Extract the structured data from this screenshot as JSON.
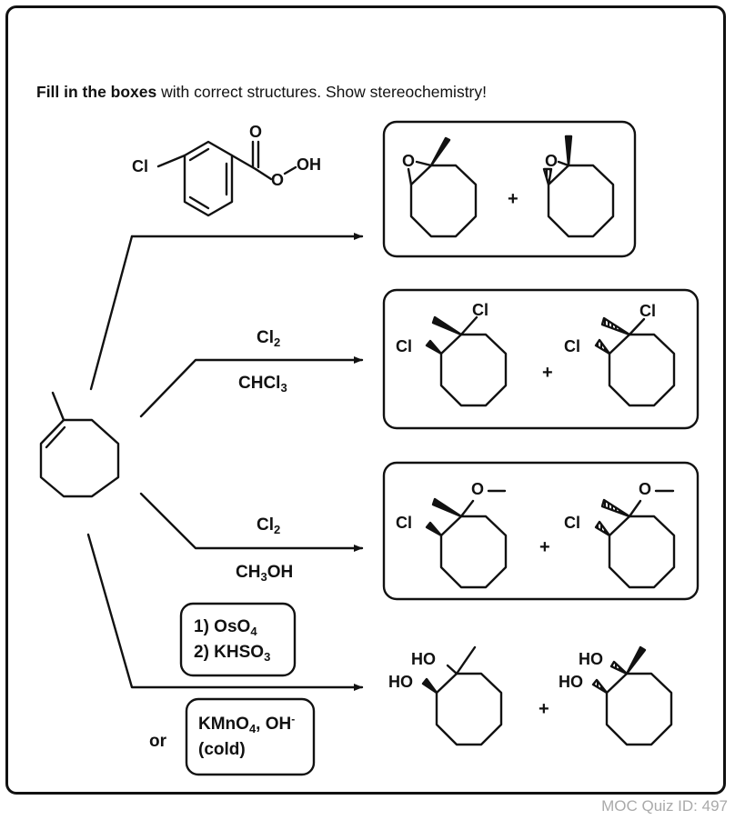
{
  "instruction": {
    "bold_part": "Fill in the boxes",
    "rest": " with correct structures. Show stereochemistry!"
  },
  "footer": "MOC Quiz ID: 497",
  "reagents": {
    "mcpba": {
      "cl": "Cl",
      "o_carbonyl": "O",
      "o_peroxy": "O",
      "oh": "OH"
    },
    "cl2_chcl3": {
      "reagent": "Cl",
      "reagent_sub": "2",
      "solvent": "CHCl",
      "solvent_sub": "3"
    },
    "cl2_ch3oh": {
      "reagent": "Cl",
      "reagent_sub": "2",
      "solvent_a": "CH",
      "solvent_sub": "3",
      "solvent_b": "OH"
    },
    "osmium": {
      "line1": "1) OsO",
      "line1_sub": "4",
      "line2": "2) KHSO",
      "line2_sub": "3"
    },
    "or": "or",
    "permanganate": {
      "line1_a": "KMnO",
      "line1_sub": "4",
      "line1_b": ", OH",
      "line1_sup": "-",
      "line2": "(cold)"
    }
  },
  "products": {
    "epoxide": {
      "o_left": "O",
      "o_right": "O",
      "plus": "+"
    },
    "dichloride": {
      "cl_top_left": "Cl",
      "cl_side_left": "Cl",
      "cl_top_right": "Cl",
      "cl_side_right": "Cl",
      "plus": "+"
    },
    "chloroether": {
      "o_left": "O",
      "cl_left": "Cl",
      "o_right": "O",
      "cl_right": "Cl",
      "plus": "+"
    },
    "diol": {
      "ho_top_left": "HO",
      "ho_side_left": "HO",
      "ho_top_right": "HO",
      "ho_side_right": "HO",
      "plus": "+"
    }
  }
}
